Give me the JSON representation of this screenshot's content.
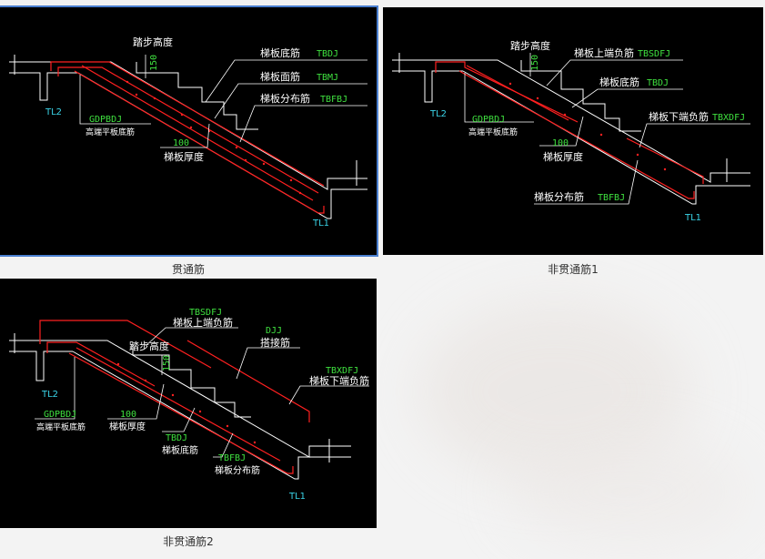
{
  "options": [
    {
      "caption": "贯通筋",
      "labels": {
        "step_height": "踏步高度",
        "dim150": "150",
        "tbdj_name": "梯板底筋",
        "tbdj_code": "TBDJ",
        "tbmj_name": "梯板面筋",
        "tbmj_code": "TBMJ",
        "tbfbj_name": "梯板分布筋",
        "tbfbj_code": "TBFBJ",
        "gdpbdj_code": "GDPBDJ",
        "gdpbdj_name": "高端平板底筋",
        "dim100": "100",
        "thickness": "梯板厚度",
        "tl2": "TL2",
        "tl1": "TL1"
      }
    },
    {
      "caption": "非贯通筋1",
      "labels": {
        "step_height": "踏步高度",
        "dim150": "150",
        "tbsdfj_name": "梯板上端负筋",
        "tbsdfj_code": "TBSDFJ",
        "tbdj_name": "梯板底筋",
        "tbdj_code": "TBDJ",
        "tbxdfj_name": "梯板下端负筋",
        "tbxdfj_code": "TBXDFJ",
        "tbfbj_name": "梯板分布筋",
        "tbfbj_code": "TBFBJ",
        "gdpbdj_code": "GDPBDJ",
        "gdpbdj_name": "高端平板底筋",
        "dim100": "100",
        "thickness": "梯板厚度",
        "tl2": "TL2",
        "tl1": "TL1"
      }
    },
    {
      "caption": "非贯通筋2",
      "labels": {
        "tbsdfj_code": "TBSDFJ",
        "tbsdfj_name": "梯板上端负筋",
        "step_height": "踏步高度",
        "dim150": "150",
        "djj_code": "DJJ",
        "djj_name": "搭接筋",
        "tbxdfj_code": "TBXDFJ",
        "tbxdfj_name": "梯板下端负筋",
        "gdpbdj_code": "GDPBDJ",
        "gdpbdj_name": "高端平板底筋",
        "dim100": "100",
        "thickness": "梯板厚度",
        "tbdj_code": "TBDJ",
        "tbdj_name": "梯板底筋",
        "tbfbj_code": "TBFBJ",
        "tbfbj_name": "梯板分布筋",
        "tl2": "TL2",
        "tl1": "TL1"
      }
    }
  ],
  "colors": {
    "selection_outline": "#4a7fd0",
    "rebar": "#ff2020",
    "code_text": "#3fe03f",
    "beam_text": "#3ad4e8"
  }
}
